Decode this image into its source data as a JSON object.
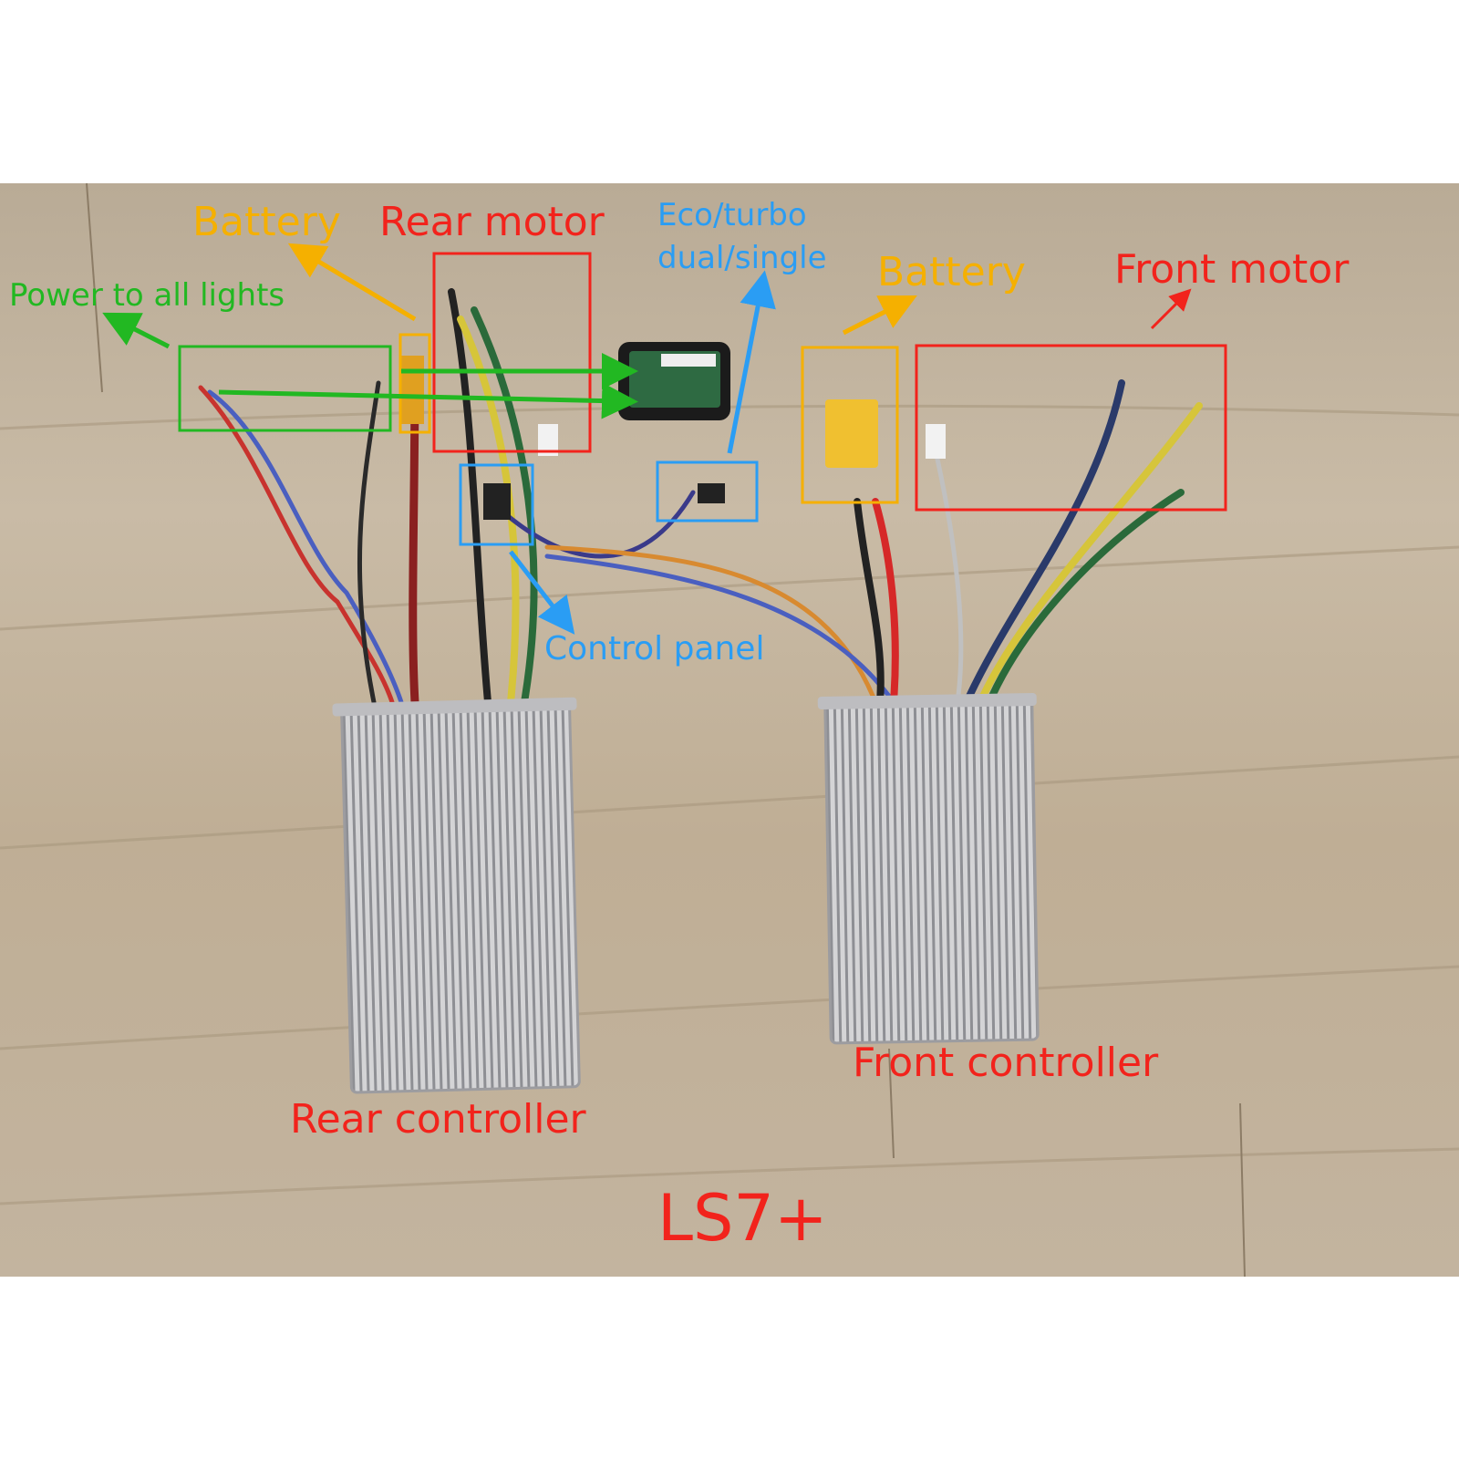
{
  "labels": {
    "battery_rear": "Battery",
    "rear_motor": "Rear motor",
    "eco_turbo_line1": "Eco/turbo",
    "eco_turbo_line2": "dual/single",
    "battery_front": "Battery",
    "front_motor": "Front motor",
    "power_lights": "Power to all lights",
    "control_panel": "Control panel",
    "rear_controller": "Rear controller",
    "front_controller": "Front controller",
    "model": "LS7+"
  },
  "colors": {
    "red": "#f2231c",
    "orange": "#f5b000",
    "green": "#22b822",
    "blue": "#2a9df4"
  }
}
